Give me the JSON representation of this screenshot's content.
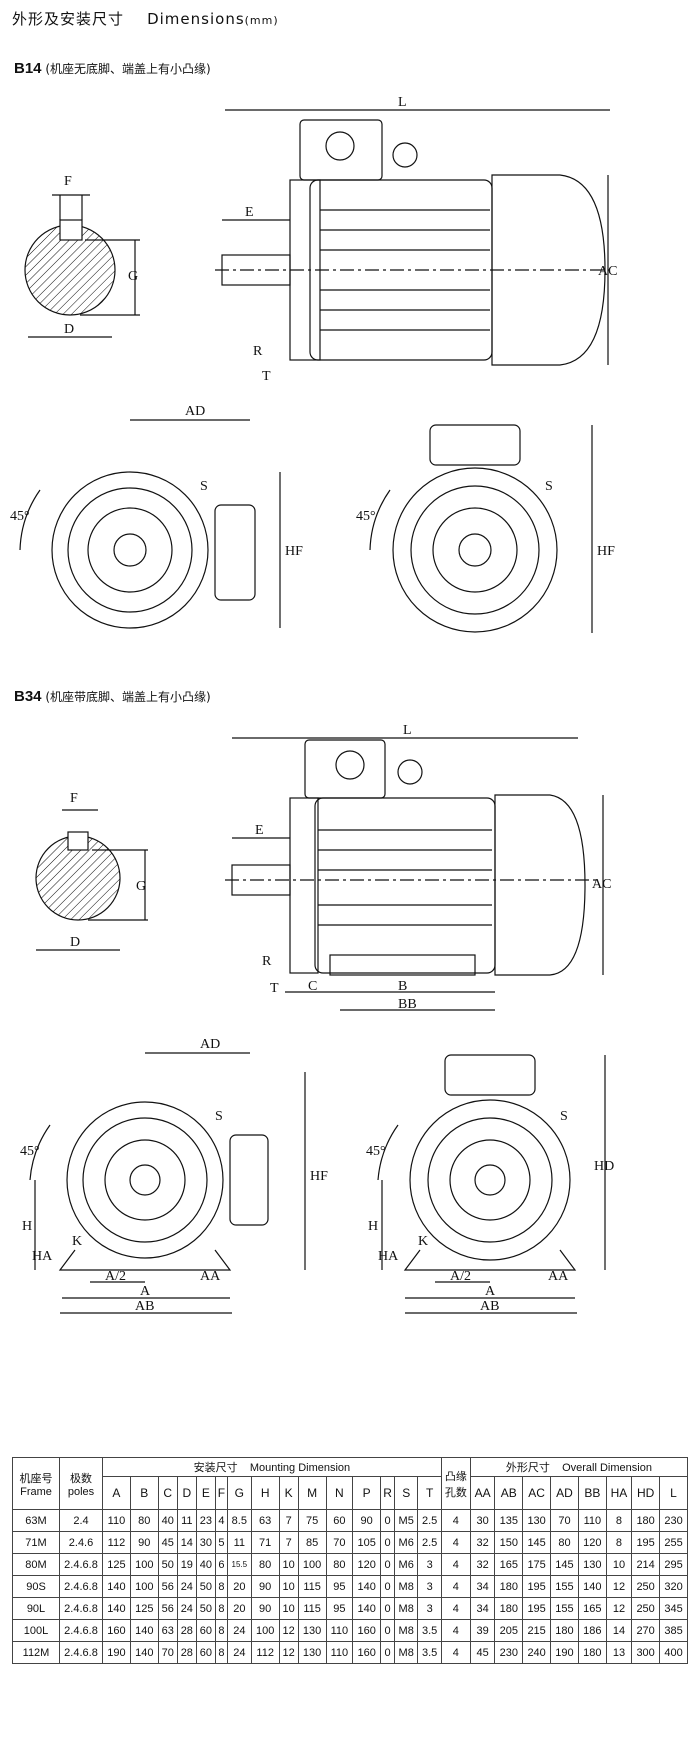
{
  "header": {
    "title": "外形及安装尺寸",
    "title_en": "Dimensions",
    "unit": "(mm)"
  },
  "b14": {
    "code": "B14",
    "note": "(机座无底脚、端盖上有小凸缘)",
    "labels": {
      "F": "F",
      "G": "G",
      "D": "D",
      "L": "L",
      "E": "E",
      "AC": "AC",
      "R": "R",
      "T": "T",
      "AD": "AD",
      "HF": "HF",
      "angle": "45°",
      "S": "S"
    }
  },
  "b34": {
    "code": "B34",
    "note": "(机座带底脚、端盖上有小凸缘)",
    "labels": {
      "F": "F",
      "G": "G",
      "D": "D",
      "L": "L",
      "E": "E",
      "AC": "AC",
      "R": "R",
      "T": "T",
      "C": "C",
      "B": "B",
      "BB": "BB",
      "AD": "AD",
      "HF": "HF",
      "HD": "HD",
      "H": "H",
      "K": "K",
      "HA": "HA",
      "A2": "A/2",
      "A": "A",
      "AA": "AA",
      "AB": "AB",
      "angle": "45°",
      "S": "S"
    }
  },
  "table": {
    "frame_cn": "机座号",
    "frame_en": "Frame",
    "poles_cn": "极数",
    "poles_en": "poles",
    "mount_cn": "安装尺寸",
    "mount_en": "Mounting Dimension",
    "overall_cn": "外形尺寸",
    "overall_en": "Overall Dimension",
    "holes_line1": "凸缘",
    "holes_line2": "孔数",
    "mount_cols": [
      "A",
      "B",
      "C",
      "D",
      "E",
      "F",
      "G",
      "H",
      "K",
      "M",
      "N",
      "P",
      "R",
      "S",
      "T"
    ],
    "overall_cols": [
      "AA",
      "AB",
      "AC",
      "AD",
      "BB",
      "HA",
      "HD",
      "L"
    ],
    "rows": [
      [
        "63M",
        "2.4",
        "110",
        "80",
        "40",
        "11",
        "23",
        "4",
        "8.5",
        "63",
        "7",
        "75",
        "60",
        "90",
        "0",
        "M5",
        "2.5",
        "4",
        "30",
        "135",
        "130",
        "70",
        "110",
        "8",
        "180",
        "230"
      ],
      [
        "71M",
        "2.4.6",
        "112",
        "90",
        "45",
        "14",
        "30",
        "5",
        "11",
        "71",
        "7",
        "85",
        "70",
        "105",
        "0",
        "M6",
        "2.5",
        "4",
        "32",
        "150",
        "145",
        "80",
        "120",
        "8",
        "195",
        "255"
      ],
      [
        "80M",
        "2.4.6.8",
        "125",
        "100",
        "50",
        "19",
        "40",
        "6",
        "15.5",
        "80",
        "10",
        "100",
        "80",
        "120",
        "0",
        "M6",
        "3",
        "4",
        "32",
        "165",
        "175",
        "145",
        "130",
        "10",
        "214",
        "295"
      ],
      [
        "90S",
        "2.4.6.8",
        "140",
        "100",
        "56",
        "24",
        "50",
        "8",
        "20",
        "90",
        "10",
        "115",
        "95",
        "140",
        "0",
        "M8",
        "3",
        "4",
        "34",
        "180",
        "195",
        "155",
        "140",
        "12",
        "250",
        "320"
      ],
      [
        "90L",
        "2.4.6.8",
        "140",
        "125",
        "56",
        "24",
        "50",
        "8",
        "20",
        "90",
        "10",
        "115",
        "95",
        "140",
        "0",
        "M8",
        "3",
        "4",
        "34",
        "180",
        "195",
        "155",
        "165",
        "12",
        "250",
        "345"
      ],
      [
        "100L",
        "2.4.6.8",
        "160",
        "140",
        "63",
        "28",
        "60",
        "8",
        "24",
        "100",
        "12",
        "130",
        "110",
        "160",
        "0",
        "M8",
        "3.5",
        "4",
        "39",
        "205",
        "215",
        "180",
        "186",
        "14",
        "270",
        "385"
      ],
      [
        "112M",
        "2.4.6.8",
        "190",
        "140",
        "70",
        "28",
        "60",
        "8",
        "24",
        "112",
        "12",
        "130",
        "110",
        "160",
        "0",
        "M8",
        "3.5",
        "4",
        "45",
        "230",
        "240",
        "190",
        "180",
        "13",
        "300",
        "400"
      ]
    ]
  }
}
